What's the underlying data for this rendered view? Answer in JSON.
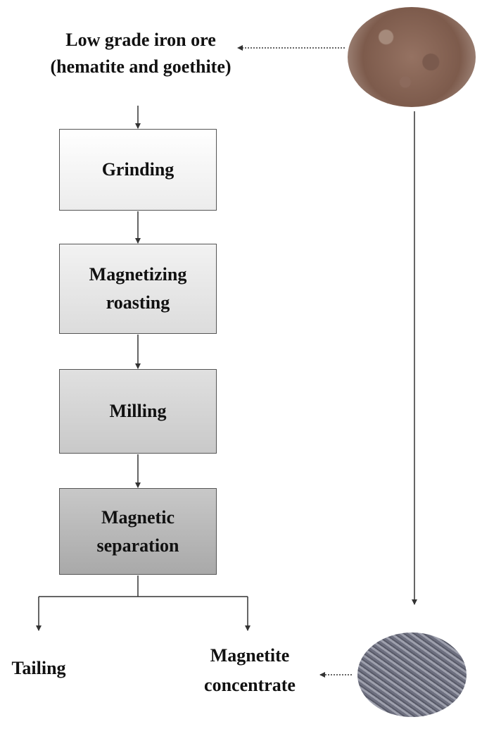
{
  "diagram": {
    "input": {
      "line1": "Low grade iron ore",
      "line2": "(hematite and goethite)"
    },
    "steps": [
      {
        "line1": "Grinding",
        "line2": ""
      },
      {
        "line1": "Magnetizing",
        "line2": "roasting"
      },
      {
        "line1": "Milling",
        "line2": ""
      },
      {
        "line1": "Magnetic",
        "line2": "separation"
      }
    ],
    "outputs": {
      "tailing": "Tailing",
      "concentrate_line1": "Magnetite",
      "concentrate_line2": "concentrate"
    },
    "photos": {
      "raw_ore": "low-grade-iron-ore-photo",
      "product": "magnetite-concentrate-photo"
    },
    "colors": {
      "step_fills": [
        "#f5f5f5",
        "#e6e6e6",
        "#d4d4d4",
        "#b8b8b8"
      ],
      "border": "#555555",
      "arrow": "#333333"
    }
  }
}
